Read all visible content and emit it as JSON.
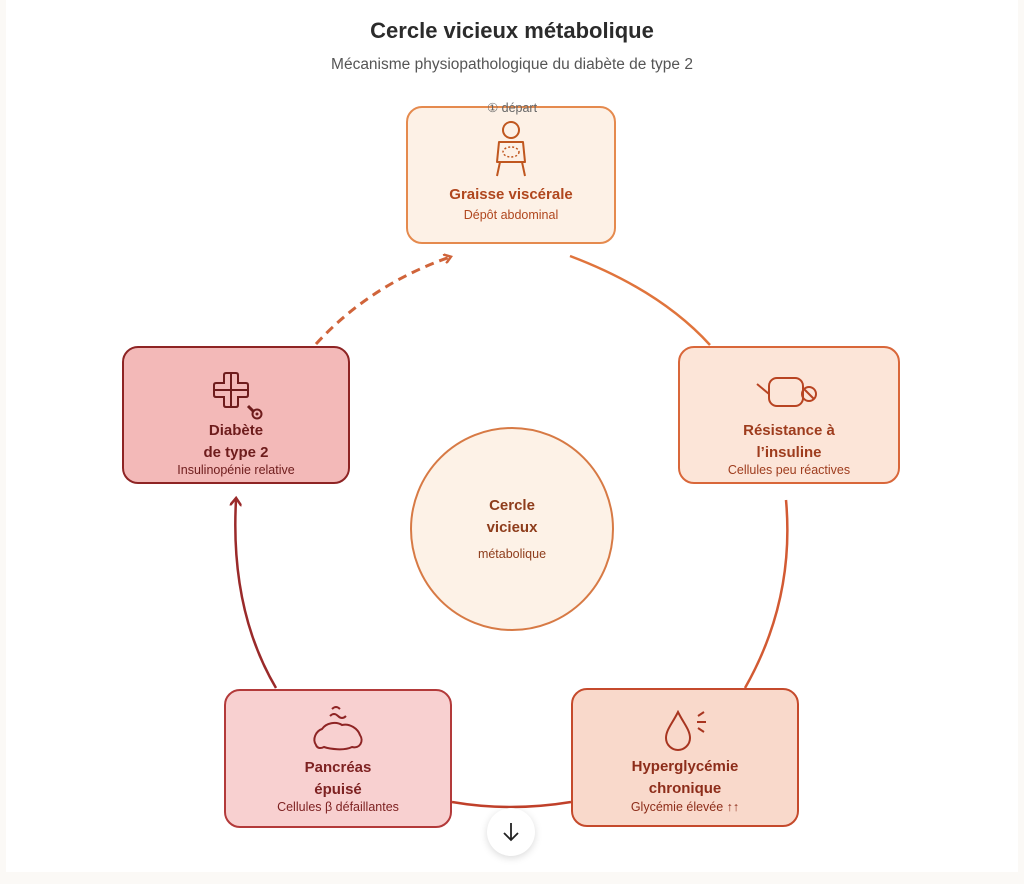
{
  "header": {
    "title": "Cercle vicieux métabolique",
    "subtitle": "Mécanisme physiopathologique du diabète de type 2"
  },
  "start_marker": "① départ",
  "center": {
    "line1": "Cercle",
    "line2": "vicieux",
    "line3": "métabolique"
  },
  "nodes": [
    {
      "id": "graisse",
      "icon": "person-abdomen-icon",
      "title": [
        "Graisse viscérale"
      ],
      "subtitle": "Dépôt abdominal",
      "color": "#e58a4e"
    },
    {
      "id": "resistance",
      "icon": "blocked-cell-icon",
      "title": [
        "Résistance à",
        "l’insuline"
      ],
      "subtitle": "Cellules peu réactives",
      "color": "#d9673a"
    },
    {
      "id": "hyper",
      "icon": "blood-drop-icon",
      "title": [
        "Hyperglycémie",
        "chronique"
      ],
      "subtitle": "Glycémie élevée ↑↑",
      "color": "#c54a2c"
    },
    {
      "id": "pancreas",
      "icon": "pancreas-icon",
      "title": [
        "Pancréas",
        "épuisé"
      ],
      "subtitle": "Cellules β défaillantes",
      "color": "#b33a3a"
    },
    {
      "id": "diabete",
      "icon": "medical-cross-icon",
      "title": [
        "Diabète",
        "de type 2"
      ],
      "subtitle": "Insulinopénie relative",
      "color": "#8e2424"
    }
  ],
  "links": [
    {
      "from": "graisse",
      "to": "resistance",
      "style": "solid"
    },
    {
      "from": "resistance",
      "to": "hyper",
      "style": "solid"
    },
    {
      "from": "hyper",
      "to": "pancreas",
      "style": "solid"
    },
    {
      "from": "pancreas",
      "to": "diabete",
      "style": "solid-arrow"
    },
    {
      "from": "diabete",
      "to": "graisse",
      "style": "dashed-arrow"
    }
  ],
  "scroll_button": {
    "icon": "arrow-down-icon"
  }
}
